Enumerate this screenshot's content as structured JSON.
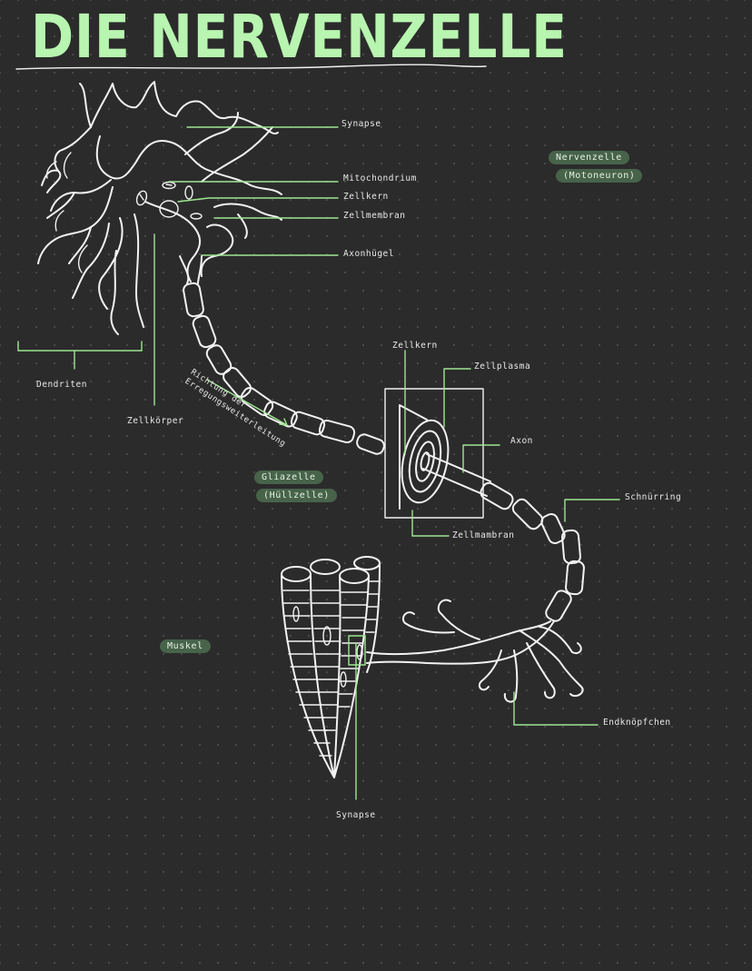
{
  "title": "DIE NERVENZELLE",
  "labels": {
    "synapse_top": "Synapse",
    "mitochondrium": "Mitochondrium",
    "zellkern_top": "Zellkern",
    "zellmembran_top": "Zellmembran",
    "axonhuegel": "Axonhügel",
    "dendriten": "Dendriten",
    "zellkoerper": "Zellkörper",
    "richtung_line1": "Richtung der",
    "richtung_line2": "Erregungsweiterleitung",
    "zellkern_axon": "Zellkern",
    "zellplasma": "Zellplasma",
    "axon": "Axon",
    "schnuerring": "Schnürring",
    "zellmembran_axon": "Zellmambran",
    "endknoepfchen": "Endknöpfchen",
    "synapse_bottom": "Synapse"
  },
  "pills": {
    "nervenzelle_line1": "Nervenzelle",
    "nervenzelle_line2": "(Motoneuron)",
    "gliazelle_line1": "Gliazelle",
    "gliazelle_line2": "(Hüllzelle)",
    "muskel": "Muskel"
  },
  "colors": {
    "background": "#2b2b2b",
    "title": "#b8f5b0",
    "leader_lines": "#9ee692",
    "drawing": "#f2f2f2",
    "pill": "#47634a"
  }
}
